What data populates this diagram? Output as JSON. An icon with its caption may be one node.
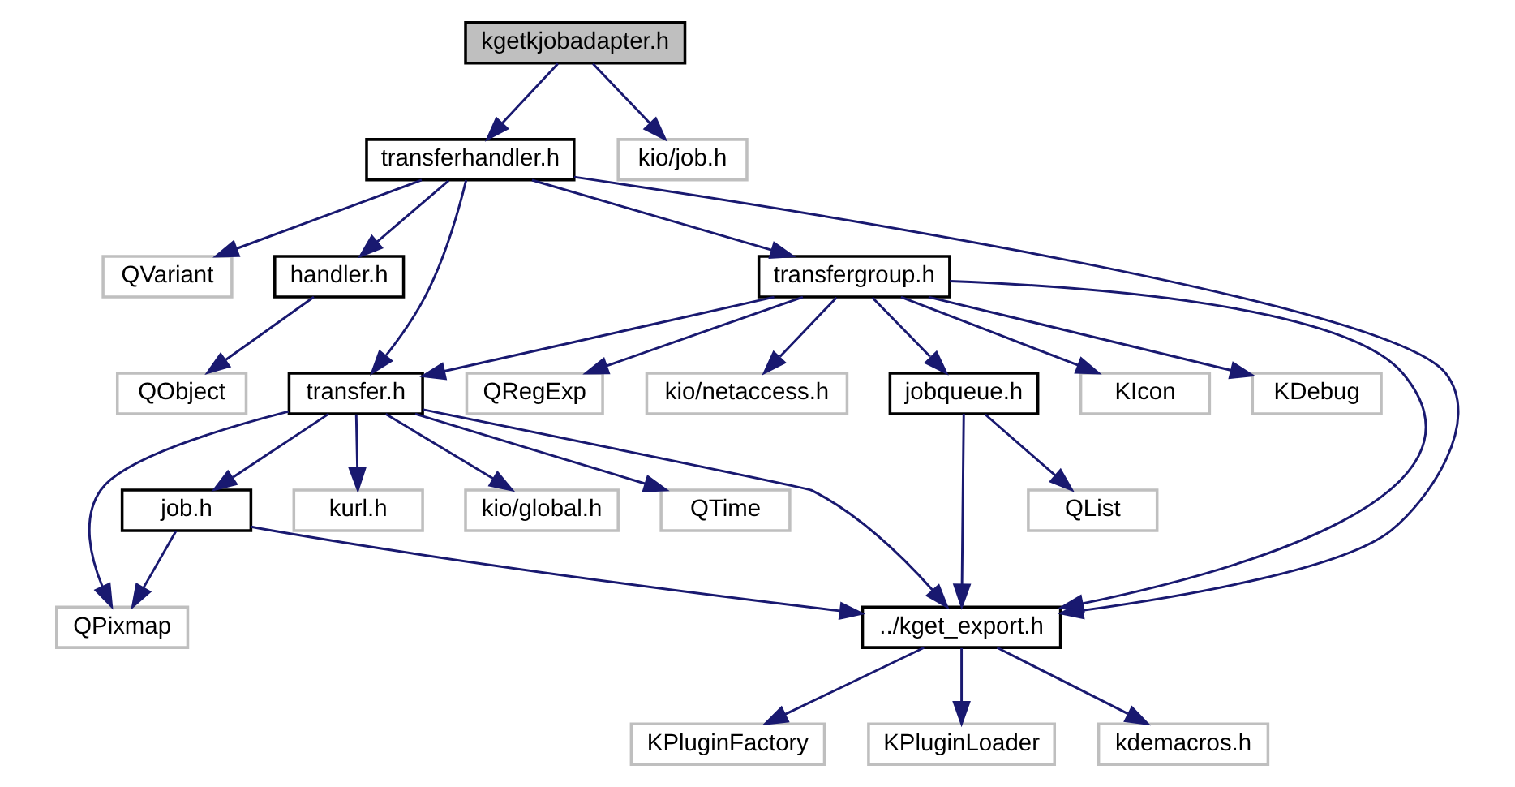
{
  "diagram": {
    "nodes": [
      {
        "text": [
          "kgetkjobadapter.h"
        ]
      },
      {
        "text": [
          "transferhandler.h"
        ]
      },
      {
        "text": [
          "kio/job.h"
        ]
      },
      {
        "text": [
          "QVariant"
        ]
      },
      {
        "text": [
          "handler.h"
        ]
      },
      {
        "text": [
          "transfergroup.h"
        ]
      },
      {
        "text": [
          "QObject"
        ]
      },
      {
        "text": [
          "transfer.h"
        ]
      },
      {
        "text": [
          "KIcon"
        ]
      },
      {
        "text": [
          "KDebug"
        ]
      },
      {
        "text": [
          "jobqueue.h"
        ]
      },
      {
        "text": [
          "QRegExp"
        ]
      },
      {
        "text": [
          "kio/netaccess.h"
        ]
      },
      {
        "text": [
          "kurl.h"
        ]
      },
      {
        "text": [
          "kio/global.h"
        ]
      },
      {
        "text": [
          "job.h"
        ]
      },
      {
        "text": [
          "QTime"
        ]
      },
      {
        "text": [
          "QList"
        ]
      },
      {
        "text": [
          "QPixmap"
        ]
      },
      {
        "text": [
          "../kget_export.h"
        ]
      },
      {
        "text": [
          "KPluginFactory"
        ]
      },
      {
        "text": [
          "KPluginLoader"
        ]
      },
      {
        "text": [
          "kdemacros.h"
        ]
      }
    ],
    "edges": [
      {
        "from": 0,
        "to": 1,
        "arrow": "to"
      },
      {
        "from": 0,
        "to": 2,
        "arrow": "to"
      },
      {
        "from": 1,
        "to": 3,
        "arrow": "to"
      },
      {
        "from": 1,
        "to": 4,
        "arrow": "to"
      },
      {
        "from": 1,
        "to": 7,
        "arrow": "to"
      },
      {
        "from": 1,
        "to": 5,
        "arrow": "to"
      },
      {
        "from": 1,
        "to": 19,
        "arrow": "to"
      },
      {
        "from": 4,
        "to": 6,
        "arrow": "to"
      },
      {
        "from": 5,
        "to": 7,
        "arrow": "to"
      },
      {
        "from": 5,
        "to": 19,
        "arrow": "to"
      },
      {
        "from": 5,
        "to": 8,
        "arrow": "to"
      },
      {
        "from": 5,
        "to": 9,
        "arrow": "to"
      },
      {
        "from": 5,
        "to": 10,
        "arrow": "to"
      },
      {
        "from": 5,
        "to": 11,
        "arrow": "to"
      },
      {
        "from": 5,
        "to": 12,
        "arrow": "to"
      },
      {
        "from": 7,
        "to": 18,
        "arrow": "to"
      },
      {
        "from": 7,
        "to": 13,
        "arrow": "to"
      },
      {
        "from": 7,
        "to": 14,
        "arrow": "to"
      },
      {
        "from": 7,
        "to": 15,
        "arrow": "to"
      },
      {
        "from": 7,
        "to": 16,
        "arrow": "to"
      },
      {
        "from": 7,
        "to": 19,
        "arrow": "to"
      },
      {
        "from": 10,
        "to": 17,
        "arrow": "to"
      },
      {
        "from": 10,
        "to": 19,
        "arrow": "to"
      },
      {
        "from": 15,
        "to": 18,
        "arrow": "to"
      },
      {
        "from": 15,
        "to": 19,
        "arrow": "to"
      },
      {
        "from": 19,
        "to": 20,
        "arrow": "to"
      },
      {
        "from": 19,
        "to": 21,
        "arrow": "to"
      },
      {
        "from": 19,
        "to": 22,
        "arrow": "to"
      }
    ]
  }
}
